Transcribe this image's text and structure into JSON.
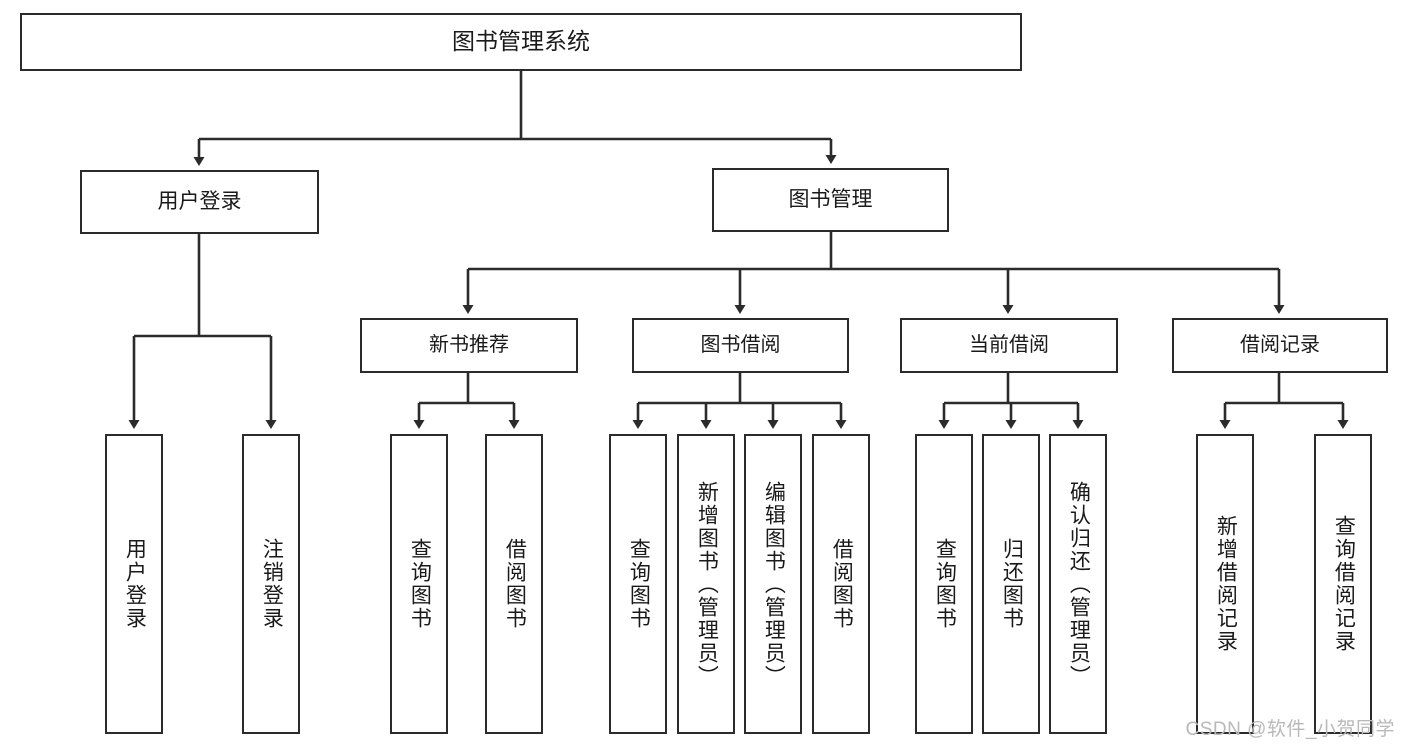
{
  "diagram": {
    "title": "图书管理系统",
    "type": "tree",
    "root": {
      "label": "图书管理系统"
    },
    "level1": [
      {
        "id": "user-login",
        "label": "用户登录"
      },
      {
        "id": "book-management",
        "label": "图书管理"
      }
    ],
    "level2": [
      {
        "id": "new-book-recommend",
        "label": "新书推荐",
        "parent": "book-management"
      },
      {
        "id": "book-borrow",
        "label": "图书借阅",
        "parent": "book-management"
      },
      {
        "id": "current-borrow",
        "label": "当前借阅",
        "parent": "book-management"
      },
      {
        "id": "borrow-record",
        "label": "借阅记录",
        "parent": "book-management"
      }
    ],
    "leaves": [
      {
        "id": "leaf-user-login",
        "label": "用户登录",
        "parent": "user-login"
      },
      {
        "id": "leaf-logout-login",
        "label": "注销登录",
        "parent": "user-login"
      },
      {
        "id": "leaf-query-book-1",
        "label": "查询图书",
        "parent": "new-book-recommend"
      },
      {
        "id": "leaf-borrow-book-1",
        "label": "借阅图书",
        "parent": "new-book-recommend"
      },
      {
        "id": "leaf-query-book-2",
        "label": "查询图书",
        "parent": "book-borrow"
      },
      {
        "id": "leaf-add-book",
        "label": "新增图书（管理员）",
        "parent": "book-borrow"
      },
      {
        "id": "leaf-edit-book",
        "label": "编辑图书（管理员）",
        "parent": "book-borrow"
      },
      {
        "id": "leaf-borrow-book-2",
        "label": "借阅图书",
        "parent": "book-borrow"
      },
      {
        "id": "leaf-query-book-3",
        "label": "查询图书",
        "parent": "current-borrow"
      },
      {
        "id": "leaf-return-book",
        "label": "归还图书",
        "parent": "current-borrow"
      },
      {
        "id": "leaf-confirm-return",
        "label": "确认归还（管理员）",
        "parent": "current-borrow"
      },
      {
        "id": "leaf-add-record",
        "label": "新增借阅记录",
        "parent": "borrow-record"
      },
      {
        "id": "leaf-query-record",
        "label": "查询借阅记录",
        "parent": "borrow-record"
      }
    ],
    "edges": [
      {
        "from": "图书管理系统",
        "to": "用户登录"
      },
      {
        "from": "图书管理系统",
        "to": "图书管理"
      },
      {
        "from": "用户登录",
        "to": "用户登录"
      },
      {
        "from": "用户登录",
        "to": "注销登录"
      },
      {
        "from": "图书管理",
        "to": "新书推荐"
      },
      {
        "from": "图书管理",
        "to": "图书借阅"
      },
      {
        "from": "图书管理",
        "to": "当前借阅"
      },
      {
        "from": "图书管理",
        "to": "借阅记录"
      },
      {
        "from": "新书推荐",
        "to": "查询图书"
      },
      {
        "from": "新书推荐",
        "to": "借阅图书"
      },
      {
        "from": "图书借阅",
        "to": "查询图书"
      },
      {
        "from": "图书借阅",
        "to": "新增图书（管理员）"
      },
      {
        "from": "图书借阅",
        "to": "编辑图书（管理员）"
      },
      {
        "from": "图书借阅",
        "to": "借阅图书"
      },
      {
        "from": "当前借阅",
        "to": "查询图书"
      },
      {
        "from": "当前借阅",
        "to": "归还图书"
      },
      {
        "from": "当前借阅",
        "to": "确认归还（管理员）"
      },
      {
        "from": "借阅记录",
        "to": "新增借阅记录"
      },
      {
        "from": "借阅记录",
        "to": "查询借阅记录"
      }
    ],
    "colors": {
      "stroke": "#2b2b2b",
      "fill": "#ffffff",
      "text": "#1a1a1a",
      "watermark": "#b9b9b9"
    }
  },
  "watermark": {
    "text": "CSDN @软件_小贺同学"
  }
}
